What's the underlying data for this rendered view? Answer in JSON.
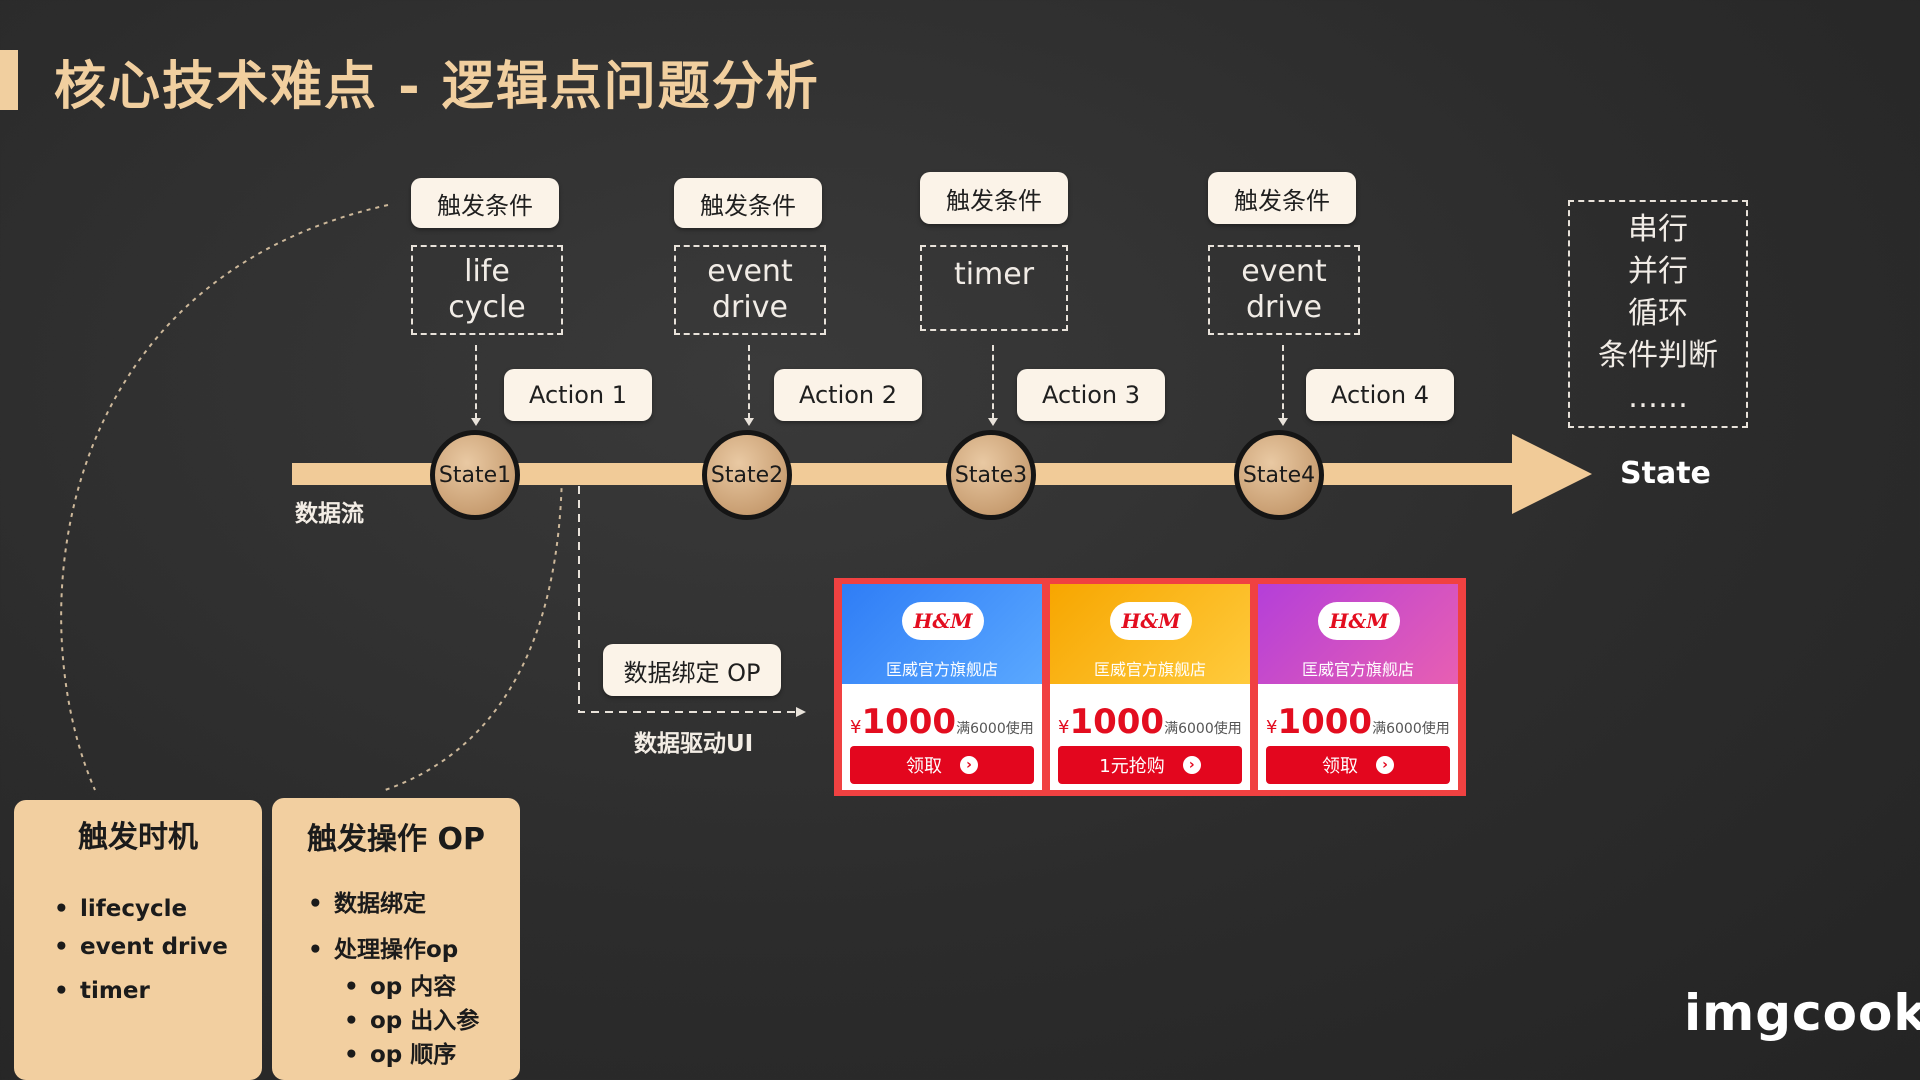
{
  "title": "核心技术难点 - 逻辑点问题分析",
  "triggers": [
    {
      "label": "触发条件",
      "condition": "life\ncycle",
      "action": "Action 1",
      "state": "State1"
    },
    {
      "label": "触发条件",
      "condition": "event\ndrive",
      "action": "Action 2",
      "state": "State2"
    },
    {
      "label": "触发条件",
      "condition": "timer",
      "action": "Action 3",
      "state": "State3"
    },
    {
      "label": "触发条件",
      "condition": "event\ndrive",
      "action": "Action 4",
      "state": "State4"
    }
  ],
  "flow": {
    "dataflow_label": "数据流",
    "end_label": "State"
  },
  "control_box": {
    "lines": [
      "串行",
      "并行",
      "循环",
      "条件判断",
      "……"
    ]
  },
  "binding": {
    "op_label": "数据绑定 OP",
    "caption": "数据驱动UI"
  },
  "card_timing": {
    "title": "触发时机",
    "items": [
      "lifecycle",
      "event drive",
      "timer"
    ]
  },
  "card_ops": {
    "title": "触发操作 OP",
    "items": [
      "数据绑定",
      "处理操作op"
    ],
    "subitems": [
      "op 内容",
      "op 出入参",
      "op 顺序"
    ]
  },
  "coupons": [
    {
      "brand": "H&M",
      "store": "匡威官方旗舰店",
      "currency": "¥",
      "amount": "1000",
      "condition": "满6000使用",
      "button": "领取",
      "color_from": "#2f7df6",
      "color_to": "#5aa8ff"
    },
    {
      "brand": "H&M",
      "store": "匡威官方旗舰店",
      "currency": "¥",
      "amount": "1000",
      "condition": "满6000使用",
      "button": "1元抢购",
      "color_from": "#f7a600",
      "color_to": "#ffcb3d"
    },
    {
      "brand": "H&M",
      "store": "匡威官方旗舰店",
      "currency": "¥",
      "amount": "1000",
      "condition": "满6000使用",
      "button": "领取",
      "color_from": "#b43fd9",
      "color_to": "#e85fb2"
    }
  ],
  "logo": "imgcook",
  "colors": {
    "accent": "#f1cf9f",
    "flow": "#f1cb98",
    "coupon_red": "#e3061e"
  }
}
